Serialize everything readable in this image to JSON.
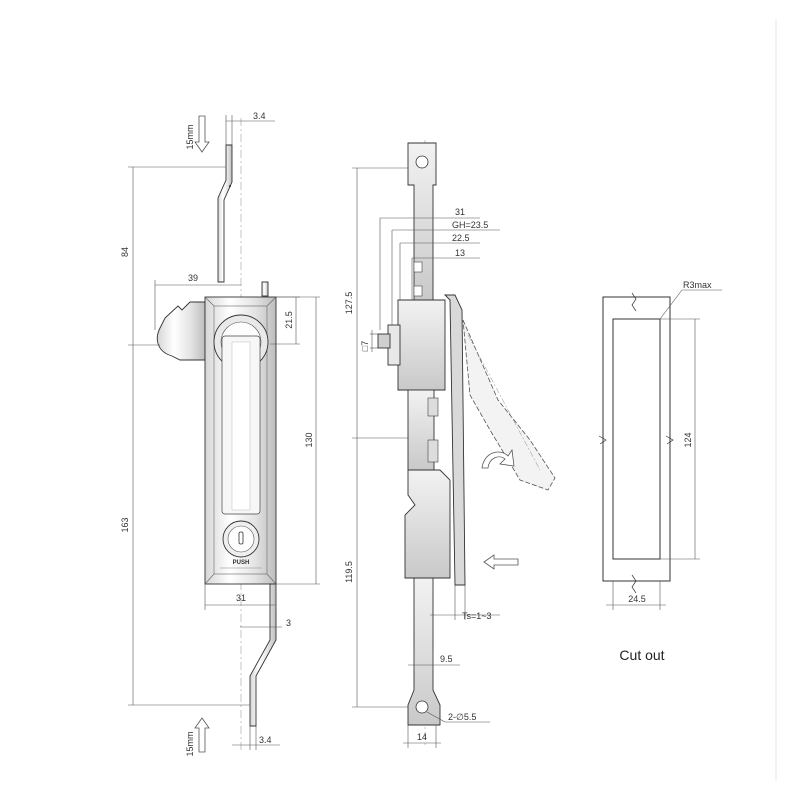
{
  "front_view": {
    "push_label": "PUSH",
    "dims": {
      "top_offset": "3.4",
      "top_travel": "15mm",
      "upper_rod": "84",
      "handle_reach": "39",
      "lever_offset": "21.5",
      "handle_length": "130",
      "overall_length": "163",
      "body_width": "31",
      "rod_offset": "3",
      "bottom_travel": "15mm",
      "bottom_offset": "3.4"
    }
  },
  "side_view": {
    "dims": {
      "upper_length": "127.5",
      "depth_31": "31",
      "gh": "GH=23.5",
      "depth_22_5": "22.5",
      "depth_13": "13",
      "square_7": "□7",
      "lower_length": "119.5",
      "ts": "Ts=1~3",
      "rod_9_5": "9.5",
      "holes": "2-∅5.5",
      "width_14": "14"
    }
  },
  "cutout": {
    "title": "Cut out",
    "radius": "R3max",
    "height": "124",
    "width": "24.5"
  }
}
